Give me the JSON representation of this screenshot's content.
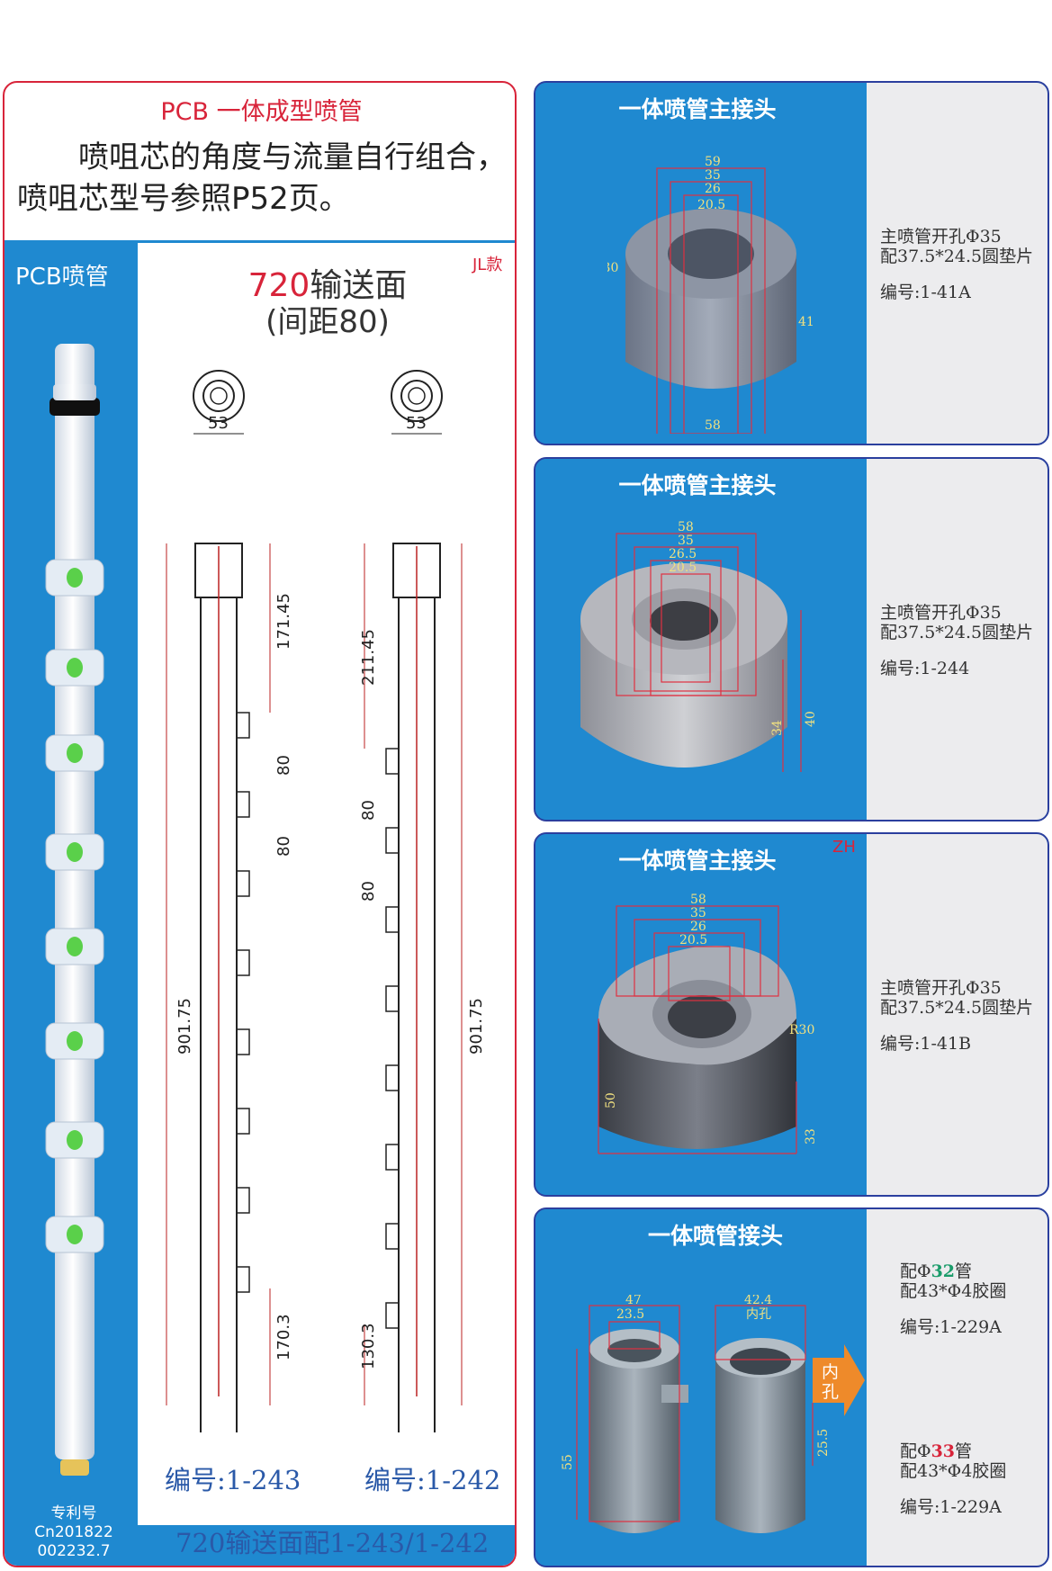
{
  "left": {
    "title": "PCB  一体成型喷管",
    "description": "　　喷咀芯的角度与流量自行组合，喷咀芯型号参照P52页。",
    "pcb_label": "PCB喷管",
    "jl_label": "JL款",
    "conveyor_title_num": "720",
    "conveyor_title_text": "输送面",
    "conveyor_spacing": "(间距80)",
    "patent_lines": [
      "专利号",
      "Cn201822",
      "002232.7"
    ],
    "drawing_a": {
      "width_dim": "53",
      "dims": [
        "171.45",
        "80",
        "80",
        "901.75",
        "170.3"
      ],
      "code": "编号:1-243"
    },
    "drawing_b": {
      "width_dim": "53",
      "dims": [
        "211.45",
        "80",
        "80",
        "901.75",
        "130.3"
      ],
      "code": "编号:1-242"
    },
    "footer": "720输送面配1-243/1-242"
  },
  "right": [
    {
      "title": "一体喷管主接头",
      "dims": [
        "59",
        "35",
        "26",
        "20.5",
        "R30",
        "41",
        "58"
      ],
      "spec_lines": [
        "主喷管开孔Φ35",
        "配37.5*24.5圆垫片"
      ],
      "code": "编号:1-41A"
    },
    {
      "title": "一体喷管主接头",
      "dims": [
        "58",
        "35",
        "26.5",
        "20.5",
        "34",
        "40"
      ],
      "spec_lines": [
        "主喷管开孔Φ35",
        "配37.5*24.5圆垫片"
      ],
      "code": "编号:1-244"
    },
    {
      "title": "一体喷管主接头",
      "mark": "ZH",
      "dims": [
        "58",
        "35",
        "26",
        "20.5",
        "R30",
        "50",
        "33"
      ],
      "spec_lines": [
        "主喷管开孔Φ35",
        "配37.5*24.5圆垫片"
      ],
      "code": "编号:1-41B"
    },
    {
      "title": "一体喷管接头",
      "dims": [
        "47",
        "23.5",
        "42.4",
        "内孔",
        "55",
        "25.5"
      ],
      "arrow_label": "内孔",
      "spec_a": {
        "prefix": "配Φ",
        "num": "32",
        "suffix": "管",
        "line2": "配43*Φ4胶圈",
        "code": "编号:1-229A"
      },
      "spec_b": {
        "prefix": "配Φ",
        "num": "33",
        "suffix": "管",
        "line2": "配43*Φ4胶圈",
        "code": "编号:1-229A"
      }
    }
  ],
  "colors": {
    "accent_red": "#d8243a",
    "panel_blue": "#1f89d0",
    "frame_navy": "#2b3f9e",
    "code_blue": "#2a59a8"
  }
}
